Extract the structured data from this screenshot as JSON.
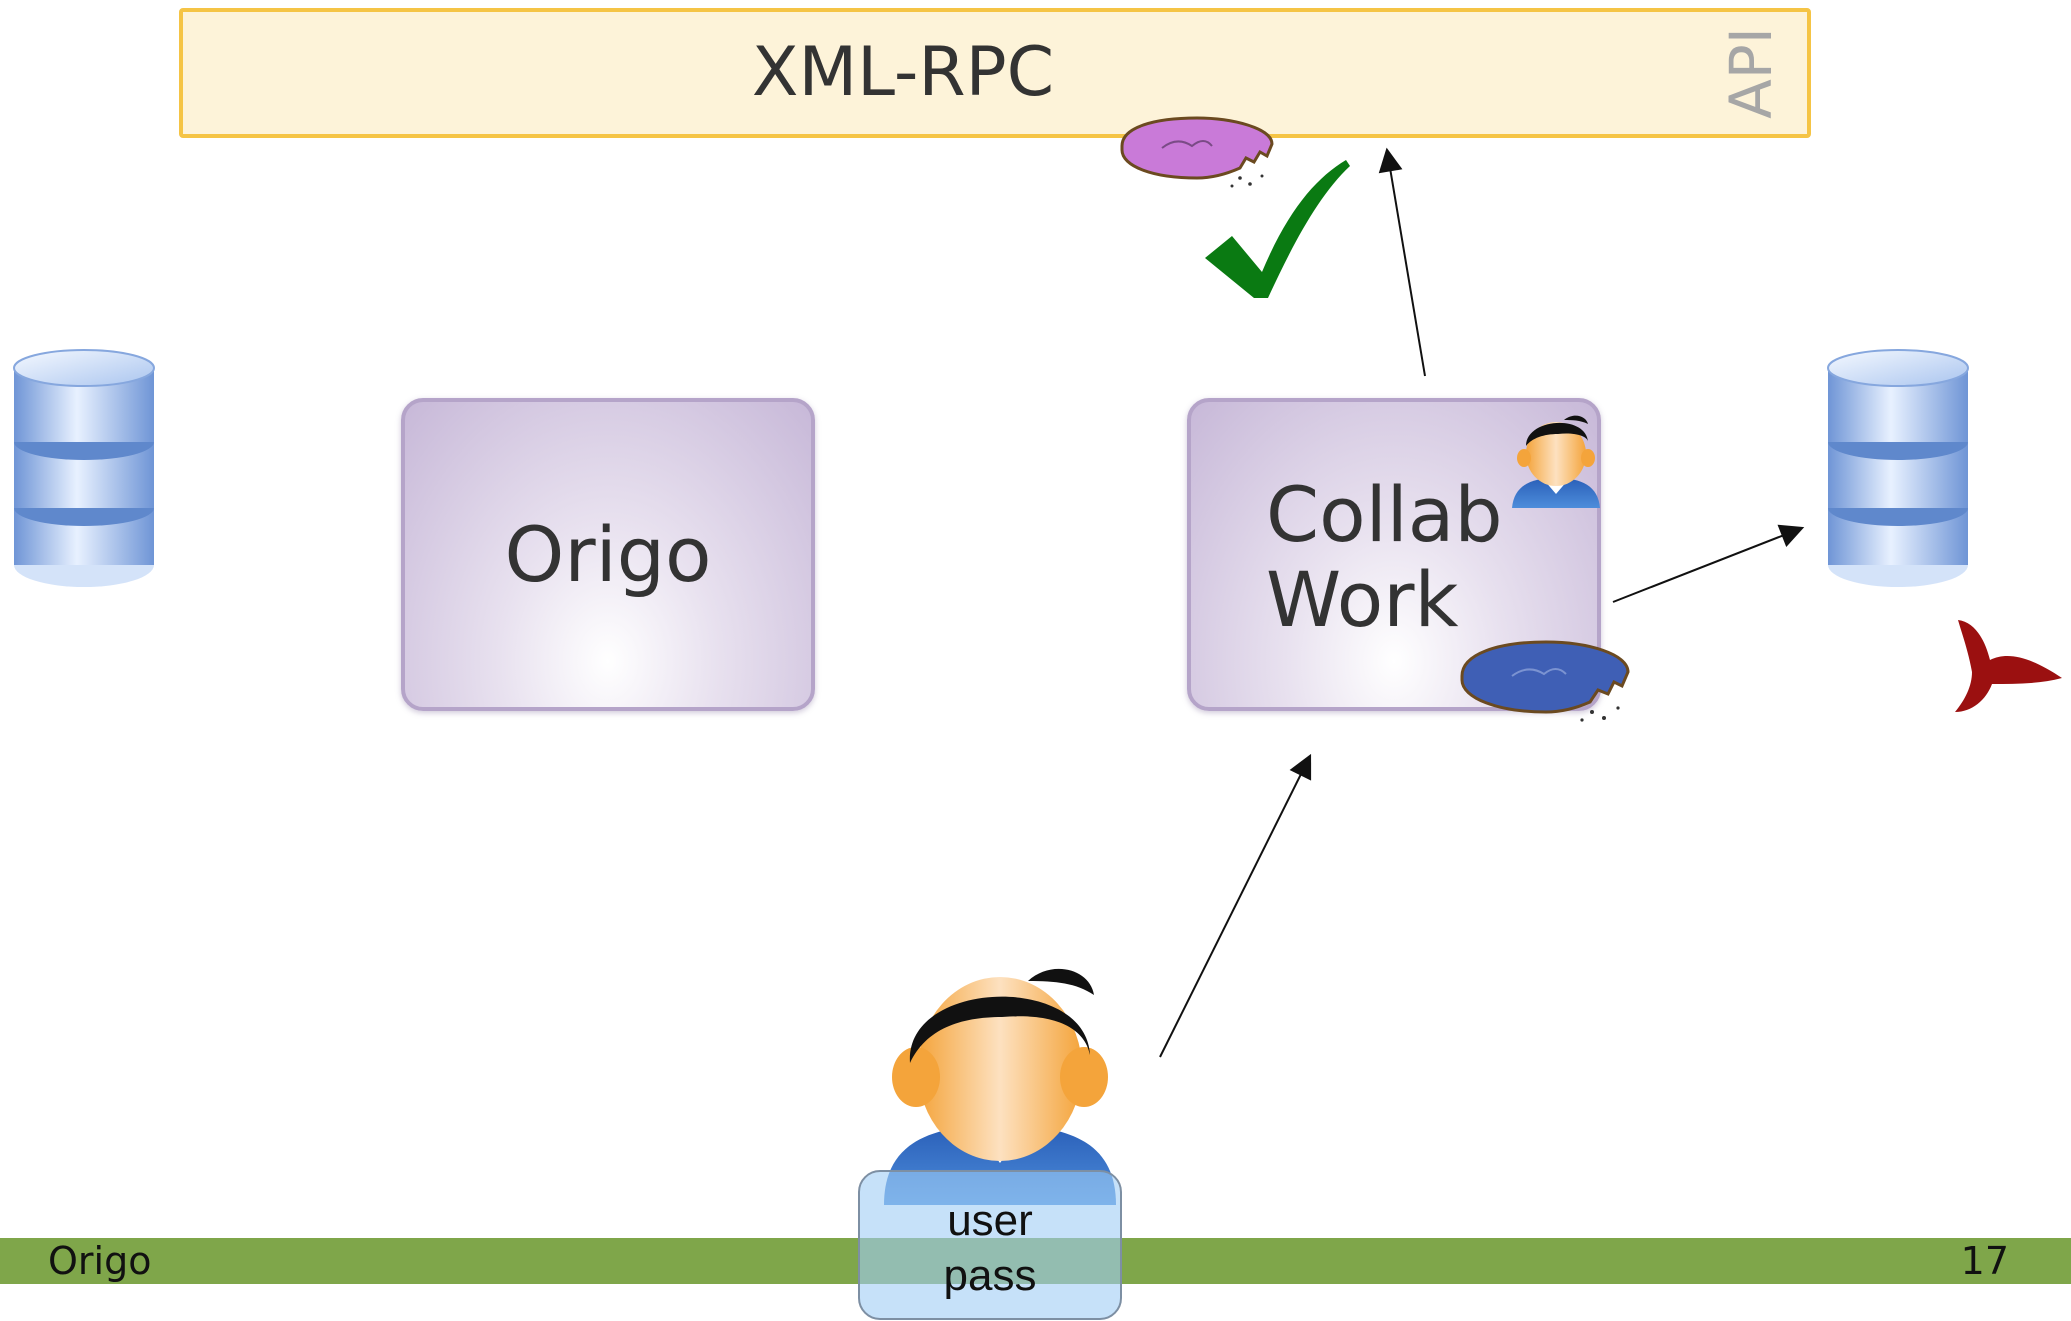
{
  "api": {
    "title": "XML-RPC",
    "tag": "API"
  },
  "nodes": {
    "origo": "Origo",
    "collab_line1": "Collab",
    "collab_line2": "Work"
  },
  "credentials": {
    "user": "user",
    "pass": "pass"
  },
  "footer": {
    "title": "Origo",
    "page": "17"
  },
  "colors": {
    "api_fill": "#fdf3d9",
    "api_border": "#f5c445",
    "footer": "#7fa64a",
    "check": "#0a7a12",
    "cross": "#9b1010",
    "cookie_purple": "#c97ad8",
    "cookie_blue": "#3f5fb5"
  },
  "icons": {
    "database": "database-icon",
    "user": "user-icon",
    "cookie": "cookie-icon",
    "check": "check-icon",
    "cross": "cross-icon"
  }
}
